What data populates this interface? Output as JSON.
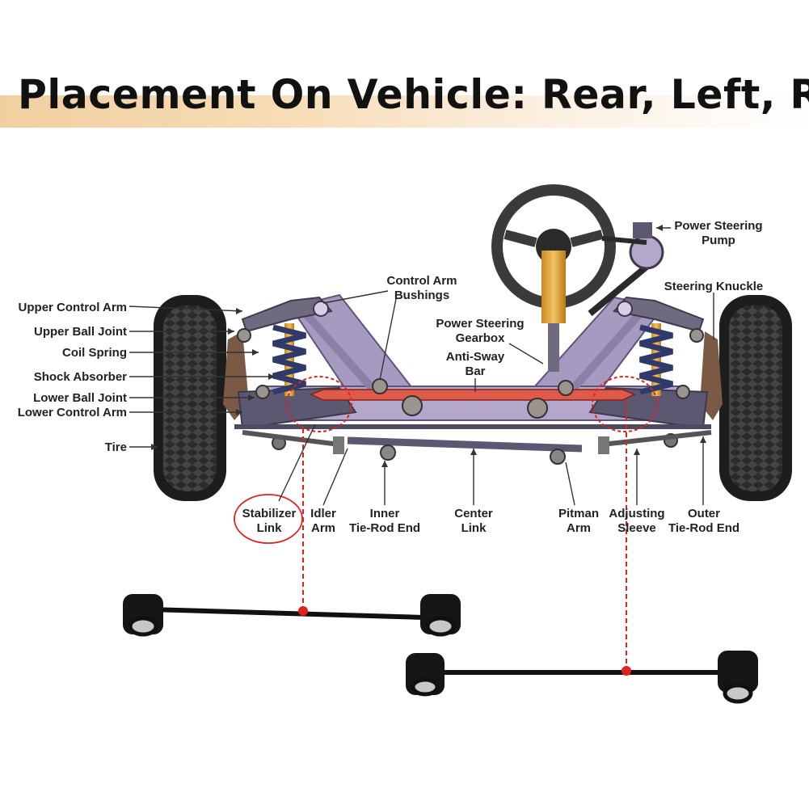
{
  "title": "Placement On Vehicle: Rear, Left, Right",
  "labels": {
    "upper_control_arm": "Upper Control Arm",
    "upper_ball_joint": "Upper Ball Joint",
    "coil_spring": "Coil Spring",
    "shock_absorber": "Shock Absorber",
    "lower_ball_joint": "Lower Ball Joint",
    "lower_control_arm": "Lower Control Arm",
    "tire": "Tire",
    "control_arm_bushings": [
      "Control Arm",
      "Bushings"
    ],
    "power_steering_gearbox": [
      "Power Steering",
      "Gearbox"
    ],
    "anti_sway_bar": [
      "Anti-Sway",
      "Bar"
    ],
    "power_steering_pump": [
      "Power Steering",
      "Pump"
    ],
    "steering_knuckle": "Steering Knuckle",
    "stabilizer_link": [
      "Stabilizer",
      "Link"
    ],
    "idler_arm": [
      "Idler",
      "Arm"
    ],
    "inner_tie_rod_end": [
      "Inner",
      "Tie-Rod End"
    ],
    "center_link": [
      "Center",
      "Link"
    ],
    "pitman_arm": [
      "Pitman",
      "Arm"
    ],
    "adjusting_sleeve": [
      "Adjusting",
      "Sleeve"
    ],
    "outer_tie_rod_end": [
      "Outer",
      "Tie-Rod End"
    ]
  },
  "colors": {
    "highlight": "#e0221e",
    "frame": "#a79ac0",
    "arm": "#6f6a80",
    "spring": "#2f3a6a",
    "shock": "#e8a530",
    "tire": "#2a2a2a",
    "link": "#111111"
  }
}
